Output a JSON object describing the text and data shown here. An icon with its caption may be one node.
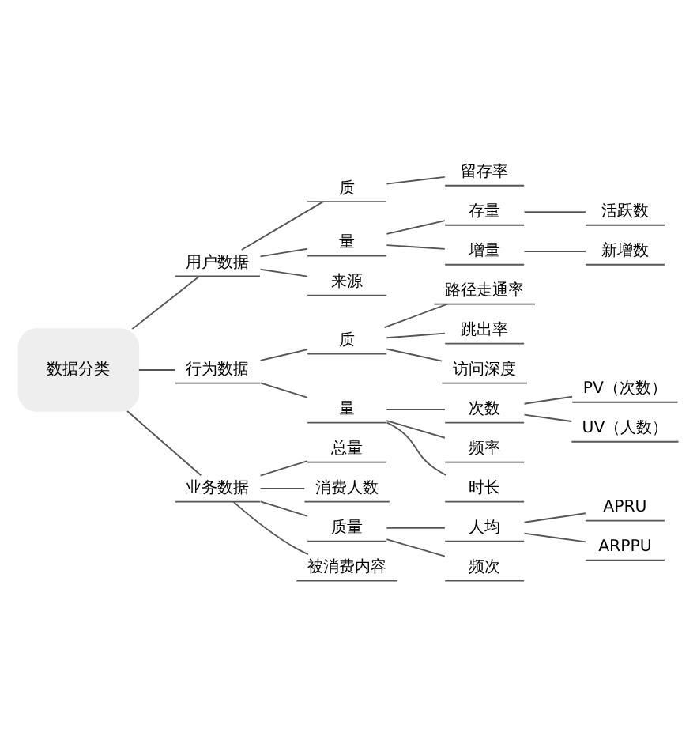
{
  "diagram": {
    "nodes": [
      {
        "text": [
          "数据分类"
        ]
      },
      {
        "text": [
          "用户数据"
        ]
      },
      {
        "text": [
          "质"
        ]
      },
      {
        "text": [
          "留存率"
        ]
      },
      {
        "text": [
          "量"
        ]
      },
      {
        "text": [
          "存量"
        ]
      },
      {
        "text": [
          "活跃数"
        ]
      },
      {
        "text": [
          "增量"
        ]
      },
      {
        "text": [
          "新增数"
        ]
      },
      {
        "text": [
          "来源"
        ]
      },
      {
        "text": [
          "行为数据"
        ]
      },
      {
        "text": [
          "质"
        ]
      },
      {
        "text": [
          "路径走通率"
        ]
      },
      {
        "text": [
          "跳出率"
        ]
      },
      {
        "text": [
          "访问深度"
        ]
      },
      {
        "text": [
          "量"
        ]
      },
      {
        "text": [
          "次数"
        ]
      },
      {
        "text": [
          "PV（次数）"
        ]
      },
      {
        "text": [
          "UV（人数）"
        ]
      },
      {
        "text": [
          "频率"
        ]
      },
      {
        "text": [
          "时长"
        ]
      },
      {
        "text": [
          "业务数据"
        ]
      },
      {
        "text": [
          "总量"
        ]
      },
      {
        "text": [
          "消费人数"
        ]
      },
      {
        "text": [
          "质量"
        ]
      },
      {
        "text": [
          "人均"
        ]
      },
      {
        "text": [
          "APRU"
        ]
      },
      {
        "text": [
          "ARPPU"
        ]
      },
      {
        "text": [
          "频次"
        ]
      },
      {
        "text": [
          "被消费内容"
        ]
      }
    ],
    "edges": [
      {
        "from": 0,
        "to": 1,
        "arrow": "none"
      },
      {
        "from": 1,
        "to": 2,
        "arrow": "none"
      },
      {
        "from": 2,
        "to": 3,
        "arrow": "none"
      },
      {
        "from": 1,
        "to": 4,
        "arrow": "none"
      },
      {
        "from": 4,
        "to": 5,
        "arrow": "none"
      },
      {
        "from": 5,
        "to": 6,
        "arrow": "none"
      },
      {
        "from": 4,
        "to": 7,
        "arrow": "none"
      },
      {
        "from": 7,
        "to": 8,
        "arrow": "none"
      },
      {
        "from": 1,
        "to": 9,
        "arrow": "none"
      },
      {
        "from": 0,
        "to": 10,
        "arrow": "none"
      },
      {
        "from": 10,
        "to": 11,
        "arrow": "none"
      },
      {
        "from": 11,
        "to": 12,
        "arrow": "none"
      },
      {
        "from": 11,
        "to": 13,
        "arrow": "none"
      },
      {
        "from": 11,
        "to": 14,
        "arrow": "none"
      },
      {
        "from": 10,
        "to": 15,
        "arrow": "none"
      },
      {
        "from": 15,
        "to": 16,
        "arrow": "none"
      },
      {
        "from": 16,
        "to": 17,
        "arrow": "none"
      },
      {
        "from": 16,
        "to": 18,
        "arrow": "none"
      },
      {
        "from": 15,
        "to": 19,
        "arrow": "none"
      },
      {
        "from": 15,
        "to": 20,
        "arrow": "none"
      },
      {
        "from": 0,
        "to": 21,
        "arrow": "none"
      },
      {
        "from": 21,
        "to": 22,
        "arrow": "none"
      },
      {
        "from": 21,
        "to": 23,
        "arrow": "none"
      },
      {
        "from": 21,
        "to": 24,
        "arrow": "none"
      },
      {
        "from": 24,
        "to": 25,
        "arrow": "none"
      },
      {
        "from": 25,
        "to": 26,
        "arrow": "none"
      },
      {
        "from": 25,
        "to": 27,
        "arrow": "none"
      },
      {
        "from": 24,
        "to": 28,
        "arrow": "none"
      },
      {
        "from": 21,
        "to": 29,
        "arrow": "none"
      }
    ]
  }
}
